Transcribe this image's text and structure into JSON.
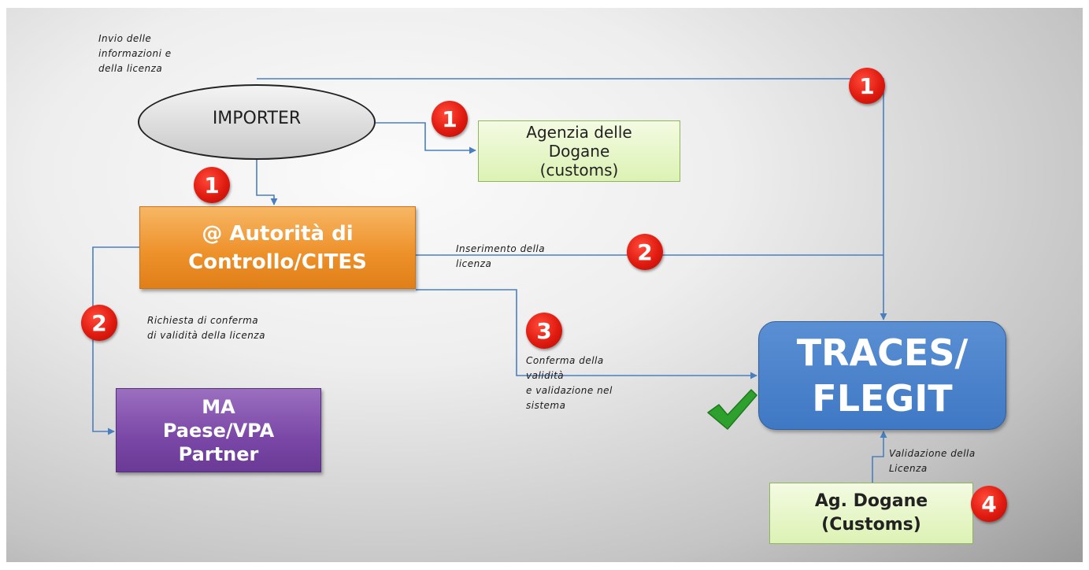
{
  "colors": {
    "connector": "#4a7fbf",
    "badge": "#e01b10",
    "importer_fill": "#d8d8d8",
    "customs_fill": "#dcf2b4",
    "authority_fill": "#ee922c",
    "partner_fill": "#7a47a6",
    "traces_fill": "#3f78c4",
    "check": "#2ea02e"
  },
  "nodes": {
    "importer": "IMPORTER",
    "agenzia_dogane": "Agenzia delle\nDogane\n(customs)",
    "autorita": "@ Autorità di\nControllo/CITES",
    "ma_partner": "MA\nPaese/VPA\nPartner",
    "traces": "TRACES/\nFLEGIT",
    "ag_dogane": "Ag. Dogane\n(Customs)"
  },
  "badges": {
    "step_top": "1",
    "step_customs": "1",
    "step_authority": "1",
    "step_insert": "2",
    "step_request": "2",
    "step_confirm": "3",
    "step_validate": "4"
  },
  "labels": {
    "invio": "Invio delle\ninformazioni e\ndella licenza",
    "inserimento": "Inserimento della\nlicenza",
    "richiesta": "Richiesta di conferma\ndi validità della licenza",
    "conferma": "Conferma della\nvalidità\n e validazione nel\nsistema",
    "validazione": "Validazione della\nLicenza"
  },
  "icons": {
    "checkmark": "checkmark-icon"
  }
}
